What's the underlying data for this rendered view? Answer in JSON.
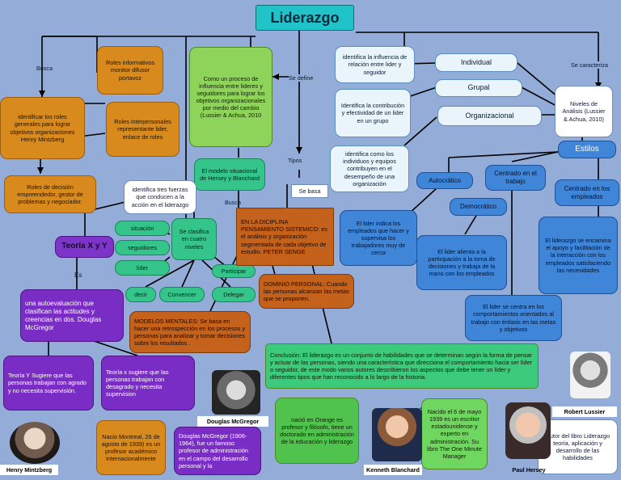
{
  "title": "Liderazgo",
  "labels": {
    "busca1": "Busca",
    "se_define": "Se define",
    "se_caracteriza": "Se caracteriza",
    "tipos": "Tipos",
    "busca2": "Busca",
    "es": "Es"
  },
  "nodes": {
    "roles_info": "Roles informativos monitor difusor portavoz",
    "identificar_roles": "identificar los roles generales para lograr objetivos organizaciones Henry Mintzberg",
    "roles_inter": "Roles interpersonales representante lider, enlace de roles",
    "roles_decision": "Roles de decisión empreendedor, gestor de problemas y negociador.",
    "proceso": "Como un proceso de influencia entre lideres y seguidores para lograr los objetivos organizacionales por medio del cambio (Lussier & Achua, 2010",
    "identifica_influencia": "identifica la influencia de relación entre lider y seguidor",
    "identifica_contribucion": "Identifica la contribución y efectividad de un lider en un grupo",
    "identifica_como": "identifica como los individuos y equipos contribuyen en el desempeño de una organización",
    "individual": "Individual",
    "grupal": "Grupal",
    "organizacional": "Organizacional",
    "niveles": "Niveles de Análisis (Lussier & Achua, 2010)",
    "estilos": "Estilos",
    "autocratico": "Autocrático",
    "centrado_tarea": "Centrado en el trabajo",
    "centrado_empleados": "Centrado en los empleados",
    "democratico": "Democrático",
    "lider_indica": "El lider indica los empleados que hacer y supervisa los trabajadores muy de cerca",
    "lider_alienta": "El lider alienta a la participación a la toma de decisiones y trabaja de la mano con los empleados",
    "lider_centra": "El lider se centra en los comportamientos orientados al trabajo con énfasis en las metas y objetivos",
    "lider_enc": "El liderazgo se encamina el apoyo y facilitación de la interacción con los empleados satisfaciendo las necesidades",
    "modelo_situacional": "El modelo situacional de Hersey y Blanchard",
    "se_basa": "Se basa",
    "identifica_fuerzas": "identifica tres fuerzas que conducen a la acción en el liderazgo",
    "situacion": "situación",
    "seguidores": "seguidores",
    "lider": "líder",
    "se_clasifica": "Se clasifica en cuatro niveles",
    "participar": "Participar",
    "decir": "decir",
    "convencer": "Convencer",
    "delegar": "Delegar",
    "en_disciplina": "EN LA DICIPLINA PENSAMIENTO SISTEMICO: es el análisis y organización segmentada de cada objetivo de estudio. PETER SENGE",
    "dominio": "DOMINIO PERSONAL: Cuando las personas alcanzan las metas que se proponen.",
    "modelos_mentales": "MODELOS MENTALES: Se basa en hacer una retrospección en los procesos y personas para analizar y tomar decisiones sobre los resultados .",
    "teoria_xy": "Teoría X y Y",
    "autoevaluacion": "una autoevaluación que clasifican las actitudes y creencias en dos. Douglas McGregor",
    "teoria_y": "Teoría Y Sugiere que las personas trabajan con agrado y no necesita supervisión.",
    "teoria_x": "Teoría x sugiere que las personas trabajan con desagrado y necesita supervision",
    "conclusion": "Conclusión: El liderazgo es un conjunto de habilidades que se determinan según la forma de pensar y actuar de las personas, siendo una característica que direcciona el comportamiento hacia ser líder o seguidor, de este modo varios autores describieron los aspectos que debe tener un líder y diferentes tipos que han reconocido a lo largo de la historia.",
    "nacio_montreal": "Nacio Montreal, 26 de agosto de 1939) es un profesor académico internacionalmente",
    "mcgregor_bio": "Douglas McGregor (1906-1964), fue un famoso profesor de administración en el campo del desarrollo personal y la",
    "nacio_orange": "nació en Orange es profesor y filósofo, tiene un doctorado en administración de la educación y liderazgo",
    "nacio_mayo": "Nacido el 6 de mayo 1939 es un escritor estadounidense y experto en administración. Su libro The One Minute Manager",
    "autor_libro": "Autor del libro Liderazgo teoría, aplicación y desarrollo de las habilidades"
  },
  "captions": {
    "mintzberg": "Henry Mintzberg",
    "mcgregor": "Douglas McGregor",
    "blanchard": "Kenneth Blanchard",
    "hersey": "Paul Hersey",
    "lussier": "Robert Lussier"
  }
}
